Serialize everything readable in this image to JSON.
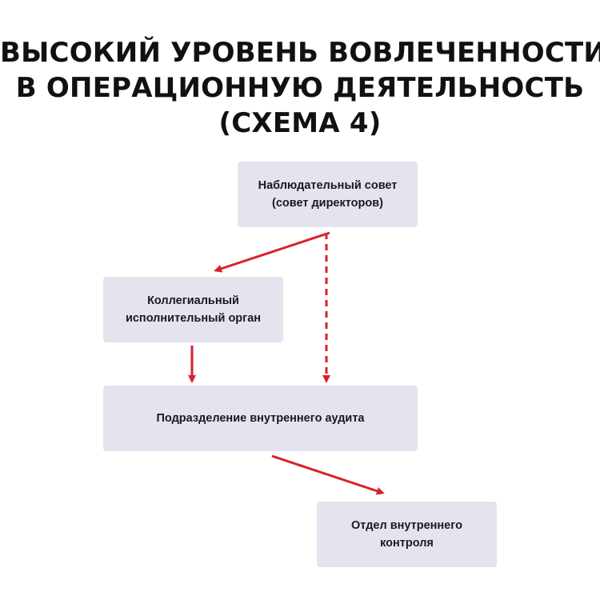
{
  "title": {
    "lines": [
      "ВЫСОКИЙ УРОВЕНЬ ВОВЛЕЧЕННОСТИ",
      "В ОПЕРАЦИОННУЮ ДЕЯТЕЛЬНОСТЬ",
      "(СХЕМА 4)"
    ]
  },
  "nodes": {
    "board": {
      "lines": [
        "Наблюдательный совет",
        "(совет директоров)"
      ]
    },
    "exec": {
      "lines": [
        "Коллегиальный",
        "исполнительный орган"
      ]
    },
    "audit": {
      "lines": [
        "Подразделение внутреннего аудита"
      ]
    },
    "control": {
      "lines": [
        "Отдел внутреннего",
        "контроля"
      ]
    }
  },
  "edges": [
    {
      "from": "board",
      "to": "exec",
      "style": "solid"
    },
    {
      "from": "board",
      "to": "audit",
      "style": "dashed"
    },
    {
      "from": "exec",
      "to": "audit",
      "style": "solid"
    },
    {
      "from": "audit",
      "to": "control",
      "style": "solid"
    }
  ],
  "colors": {
    "arrow": "#d9202a",
    "box_fill": "#e5e3ee",
    "text": "#1a1a1a",
    "title": "#111111",
    "background": "#ffffff"
  }
}
